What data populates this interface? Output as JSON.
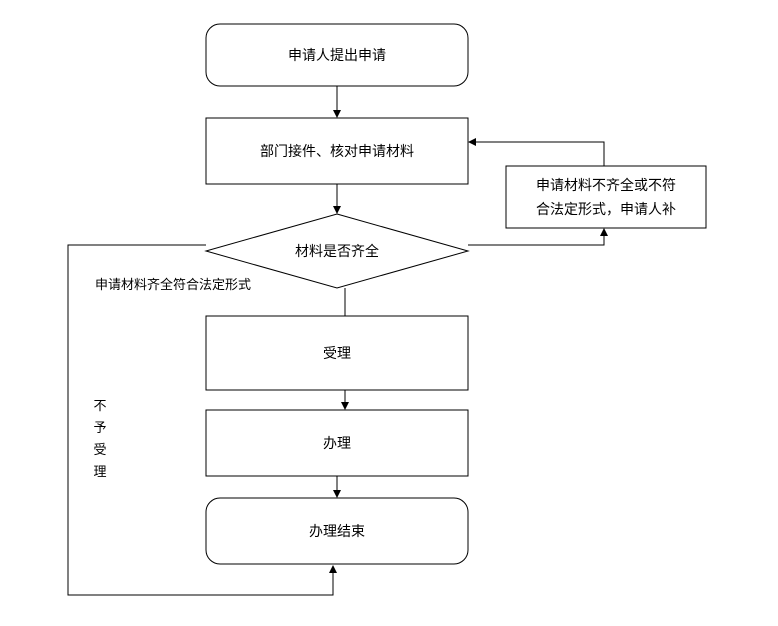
{
  "nodes": {
    "apply": "申请人提出申请",
    "receive_check": "部门接件、核对申请材料",
    "materials_complete": "材料是否齐全",
    "supplement_line1": "申请材料不齐全或不符",
    "supplement_line2": "合法定形式，申请人补",
    "accept": "受理",
    "handle": "办理",
    "end": "办理结束"
  },
  "edges": {
    "complete_label": "申请材料齐全符合法定形式",
    "reject_chars": [
      "不",
      "予",
      "受",
      "理"
    ]
  }
}
